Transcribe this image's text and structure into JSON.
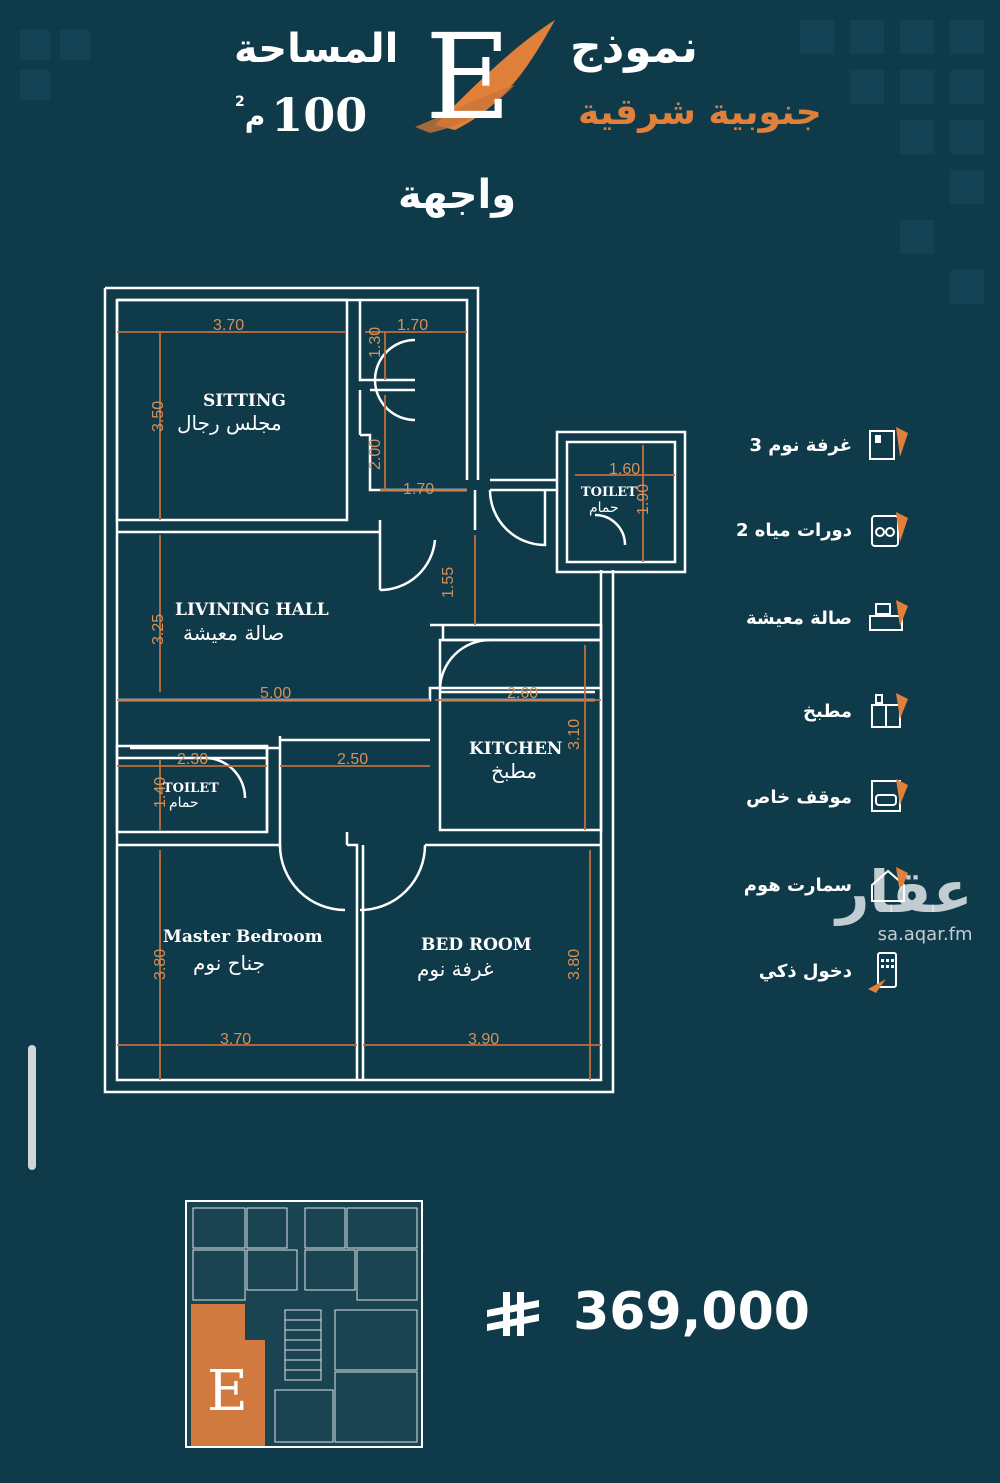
{
  "header": {
    "model_word": "نموذج",
    "model_letter": "E",
    "direction": "جنوبية شرقية",
    "area_label": "المساحة",
    "area_value": "100",
    "area_unit": "م",
    "area_sup": "2",
    "facade": "واجهة"
  },
  "plan": {
    "rooms": {
      "sitting_en": "SITTING",
      "sitting_ar": "مجلس رجال",
      "living_en": "LIVINING HALL",
      "living_ar": "صالة معيشة",
      "kitchen_en": "KITCHEN",
      "kitchen_ar": "مطبخ",
      "toilet1_en": "TOILET",
      "toilet1_ar": "حمام",
      "toilet2_en": "TOILET",
      "toilet2_ar": "حمام",
      "master_en": "Master Bedroom",
      "master_ar": "جناح نوم",
      "bed_en": "BED ROOM",
      "bed_ar": "غرفة نوم"
    },
    "dims": {
      "d_370_top": "3.70",
      "d_170_top": "1.70",
      "d_130": "1.30",
      "d_350": "3.50",
      "d_200": "2.00",
      "d_170_mid": "1.70",
      "d_160": "1.60",
      "d_190": "1.90",
      "d_155": "1.55",
      "d_325": "3.25",
      "d_500": "5.00",
      "d_260": "2.60",
      "d_310": "3.10",
      "d_230": "2.30",
      "d_140": "1.40",
      "d_250": "2.50",
      "d_380_left": "3.80",
      "d_380_right": "3.80",
      "d_370_bottom": "3.70",
      "d_390": "3.90"
    }
  },
  "features": [
    {
      "label": "3 غرفة نوم",
      "icon": "bedroom-icon"
    },
    {
      "label": "2 دورات مياه",
      "icon": "bathroom-icon"
    },
    {
      "label": "صالة معيشة",
      "icon": "sofa-icon"
    },
    {
      "label": "مطبخ",
      "icon": "kitchen-icon"
    },
    {
      "label": "موقف خاص",
      "icon": "parking-icon"
    },
    {
      "label": "سمارت هوم",
      "icon": "smart-home-icon"
    },
    {
      "label": "دخول ذكي",
      "icon": "smart-entry-icon"
    }
  ],
  "watermark": {
    "brand": "عقار",
    "url": "sa.aqar.fm"
  },
  "price": {
    "value": "369,000",
    "currency_icon": "riyal-icon"
  },
  "key_plan": {
    "letter": "E"
  },
  "colors": {
    "background": "#0f3a4a",
    "accent": "#e0803a",
    "lines": "#ffffff"
  }
}
